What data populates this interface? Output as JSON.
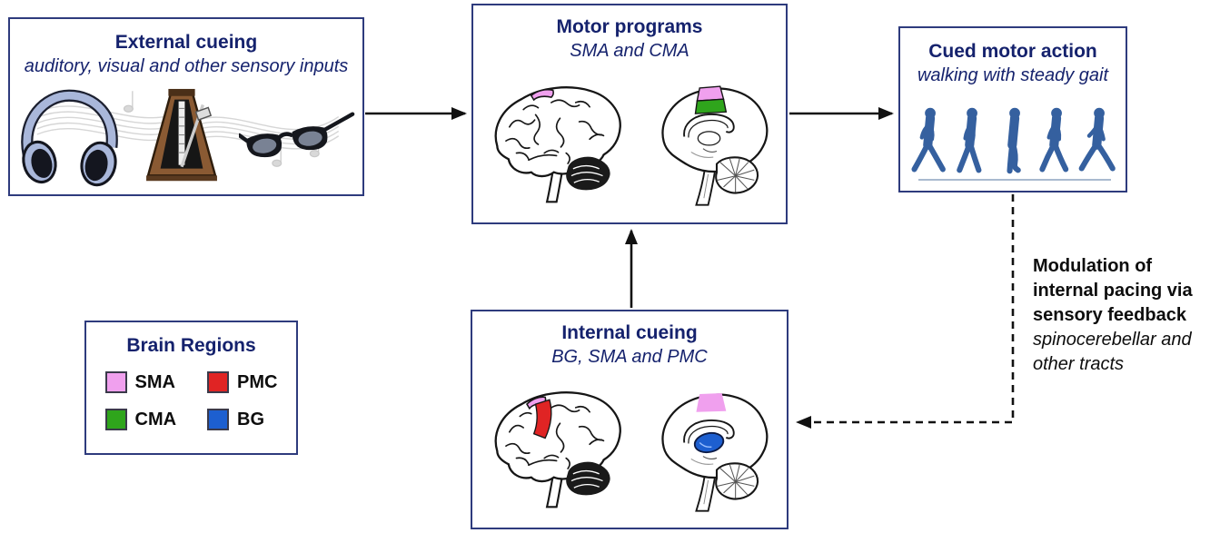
{
  "colors": {
    "navy": "#15226d",
    "border": "#2e3b7d",
    "sma": "#f0a0ee",
    "pmc": "#e02424",
    "cma": "#2fa51c",
    "bg-region": "#1d5fd0",
    "walker": "#35609f",
    "arrow": "#111111"
  },
  "boxes": {
    "external_cueing": {
      "title": "External cueing",
      "subtitle": "auditory, visual and other sensory inputs",
      "icons": [
        "music-staff-icon",
        "headphones-icon",
        "metronome-icon",
        "sunglasses-icon"
      ]
    },
    "motor_programs": {
      "title": "Motor programs",
      "subtitle": "SMA and CMA",
      "icons": [
        "brain-lateral-icon",
        "brain-sagittal-icon"
      ],
      "highlighted_regions": [
        "SMA",
        "CMA"
      ]
    },
    "cued_motor_action": {
      "title": "Cued motor action",
      "subtitle": "walking with steady gait",
      "icons": [
        "walking-figures-icon"
      ]
    },
    "internal_cueing": {
      "title": "Internal cueing",
      "subtitle": "BG, SMA and PMC",
      "icons": [
        "brain-lateral-icon",
        "brain-sagittal-icon"
      ],
      "highlighted_regions": [
        "BG",
        "SMA",
        "PMC"
      ]
    }
  },
  "legend": {
    "title": "Brain Regions",
    "items": [
      {
        "label": "SMA",
        "color": "#f0a0ee"
      },
      {
        "label": "PMC",
        "color": "#e02424"
      },
      {
        "label": "CMA",
        "color": "#2fa51c"
      },
      {
        "label": "BG",
        "color": "#1d5fd0"
      }
    ]
  },
  "annotation": {
    "heading": "Modulation of internal pacing via sensory feedback",
    "detail": "spinocerebellar and other tracts"
  },
  "arrows": [
    {
      "name": "external-to-motor",
      "style": "solid"
    },
    {
      "name": "motor-to-cued",
      "style": "solid"
    },
    {
      "name": "internal-to-motor",
      "style": "solid"
    },
    {
      "name": "cued-to-internal",
      "style": "dashed"
    }
  ]
}
